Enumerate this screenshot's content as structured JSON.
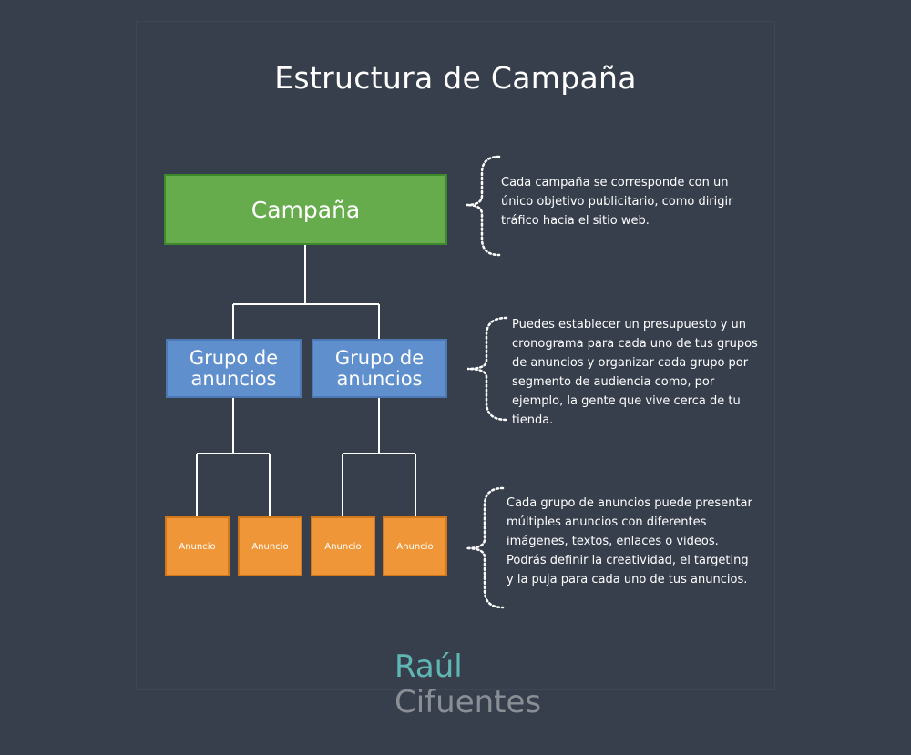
{
  "title": "Estructura de Campaña",
  "campaign_label": "Campaña",
  "group_labels": [
    "Grupo de anuncios",
    "Grupo de anuncios"
  ],
  "ad_labels": [
    "Anuncio",
    "Anuncio",
    "Anuncio",
    "Anuncio"
  ],
  "descriptions": {
    "campaign": "Cada campaña se corresponde con un único objetivo publicitario, como dirigir tráfico hacia el sitio web.",
    "group": "Puedes establecer un presupuesto y un cronograma para cada uno de tus grupos de anuncios y organizar cada grupo por segmento de audiencia como, por ejemplo, la gente que vive cerca de tu tienda.",
    "ad": "Cada grupo de anuncios puede presentar múltiples anuncios con diferentes imágenes, textos, enlaces o videos. Podrás definir la creatividad, el targeting y la puja para cada uno de tus anuncios."
  },
  "brand": {
    "line1": "Raúl",
    "line2": "Cifuentes"
  },
  "colors": {
    "background": "#373e4c",
    "campaign": "#66ab4c",
    "group": "#5f8fcd",
    "ad": "#ef9738",
    "connector": "#ffffff",
    "brand_accent": "#5fb7b4",
    "brand_gray": "#8a8f96"
  }
}
